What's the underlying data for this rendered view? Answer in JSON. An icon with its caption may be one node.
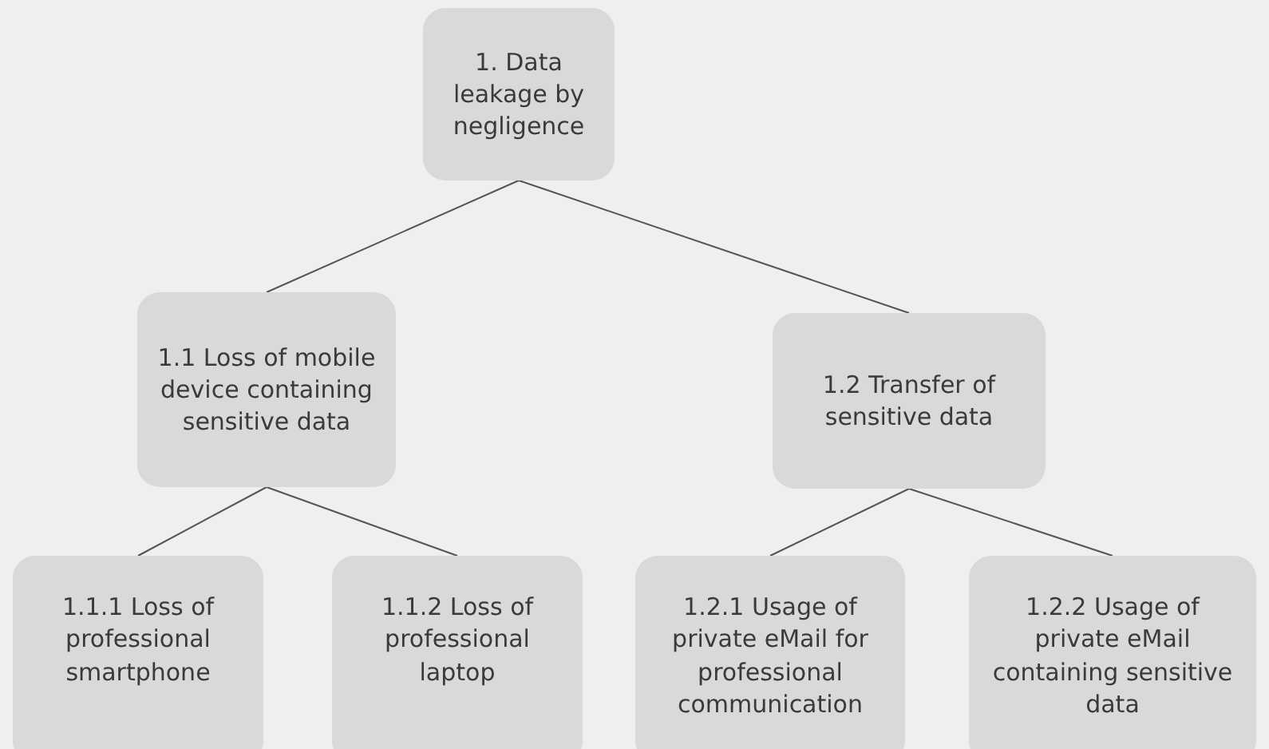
{
  "diagram": {
    "nodes": [
      {
        "text": [
          "1. Data leakage by negligence"
        ]
      },
      {
        "text": [
          "1.1 Loss of mobile device containing sensitive data"
        ]
      },
      {
        "text": [
          "1.2 Transfer of sensitive data"
        ]
      },
      {
        "text": [
          "1.1.1 Loss of professional smartphone"
        ]
      },
      {
        "text": [
          "1.1.2 Loss of professional laptop"
        ]
      },
      {
        "text": [
          "1.2.1 Usage of private eMail for professional communication"
        ]
      },
      {
        "text": [
          "1.2.2 Usage of private eMail containing sensitive data"
        ]
      }
    ],
    "edges": [
      {
        "from": 0,
        "to": 1,
        "arrow": "none"
      },
      {
        "from": 0,
        "to": 2,
        "arrow": "none"
      },
      {
        "from": 1,
        "to": 3,
        "arrow": "none"
      },
      {
        "from": 1,
        "to": 4,
        "arrow": "none"
      },
      {
        "from": 2,
        "to": 5,
        "arrow": "none"
      },
      {
        "from": 2,
        "to": 6,
        "arrow": "none"
      }
    ]
  }
}
